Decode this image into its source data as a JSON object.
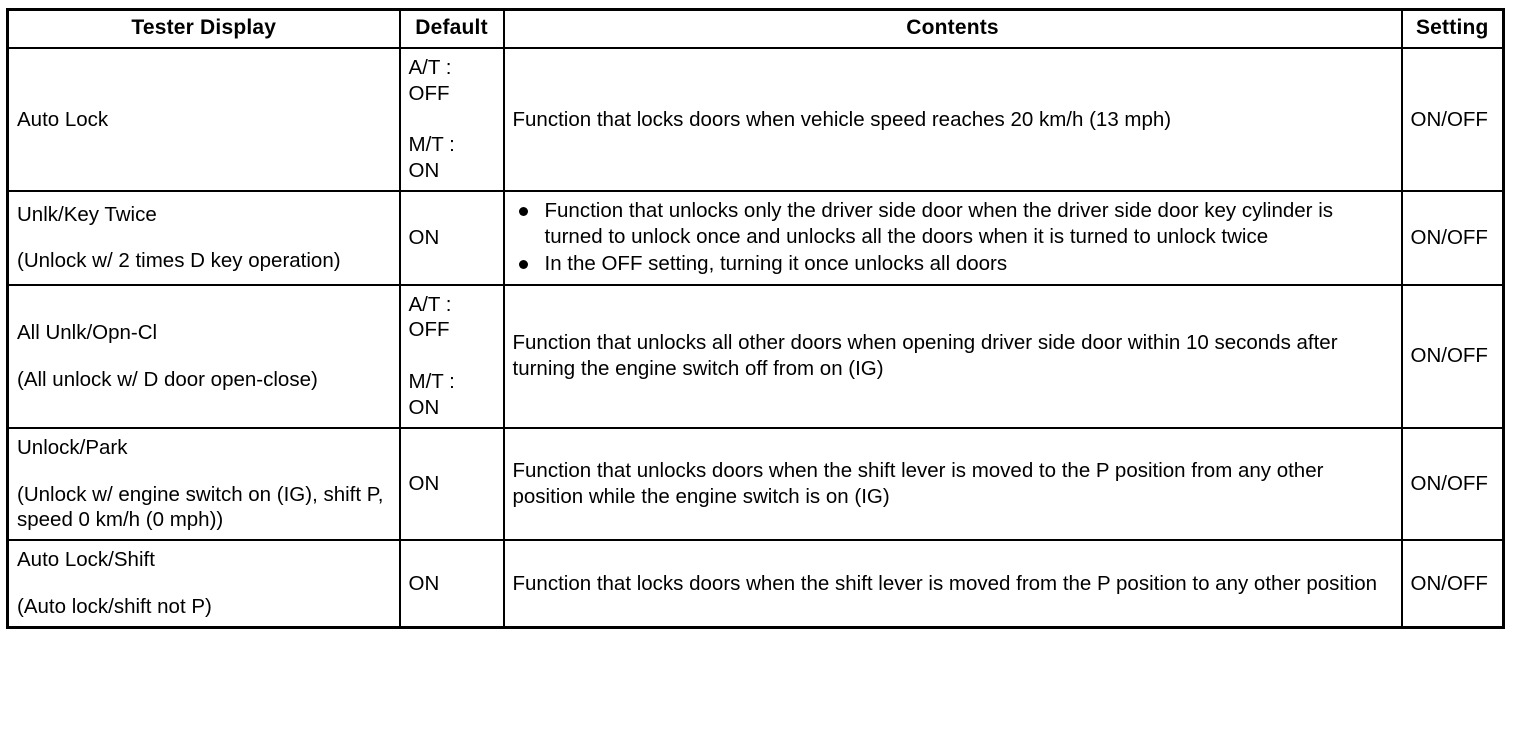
{
  "table": {
    "columns": [
      {
        "key": "tester_display",
        "label": "Tester Display"
      },
      {
        "key": "default",
        "label": "Default"
      },
      {
        "key": "contents",
        "label": "Contents"
      },
      {
        "key": "setting",
        "label": "Setting"
      }
    ],
    "rows": [
      {
        "tester_display": "Auto Lock",
        "tester_sub": "",
        "default": "A/T :\nOFF\n\nM/T :\nON",
        "contents": "Function that locks doors when vehicle speed reaches 20 km/h (13 mph)",
        "contents_bullets": [],
        "setting": "ON/OFF"
      },
      {
        "tester_display": "Unlk/Key Twice",
        "tester_sub": "(Unlock w/ 2 times D key operation)",
        "default": "ON",
        "contents": "",
        "contents_bullets": [
          "Function that unlocks only the driver side door when the driver side door key cylinder is turned to unlock once and unlocks all the doors when it is turned to unlock twice",
          "In the OFF setting, turning it once unlocks all doors"
        ],
        "setting": "ON/OFF"
      },
      {
        "tester_display": "All Unlk/Opn-Cl",
        "tester_sub": "(All unlock w/ D door open-close)",
        "default": "A/T :\nOFF\n\nM/T :\nON",
        "contents": "Function that unlocks all other doors when opening driver side door within 10 seconds after turning the engine switch off from on (IG)",
        "contents_bullets": [],
        "setting": "ON/OFF"
      },
      {
        "tester_display": "Unlock/Park",
        "tester_sub": "(Unlock w/ engine switch on (IG), shift P, speed 0 km/h (0 mph))",
        "default": "ON",
        "contents": "Function that unlocks doors when the shift lever is moved to the P position from any other position while the engine switch is on (IG)",
        "contents_bullets": [],
        "setting": "ON/OFF"
      },
      {
        "tester_display": "Auto Lock/Shift",
        "tester_sub": "(Auto lock/shift not P)",
        "default": "ON",
        "contents": "Function that locks doors when the shift lever is moved from the P position to any other position",
        "contents_bullets": [],
        "setting": "ON/OFF"
      }
    ]
  },
  "style": {
    "text_color": "#000000",
    "background_color": "#ffffff",
    "border_color": "#000000"
  }
}
